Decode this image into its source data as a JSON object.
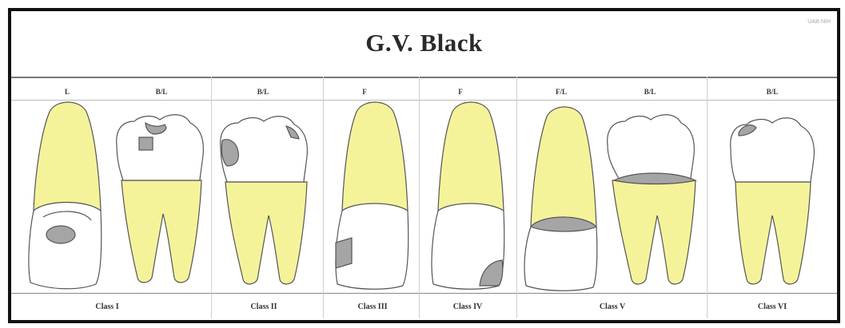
{
  "diagram": {
    "title": "G.V. Black",
    "credit": "UAB-NIH",
    "colors": {
      "pulp": "#f5f39a",
      "lesion": "#a5a5a5",
      "outline": "#555555",
      "enamel": "#ffffff"
    },
    "view_labels": [
      "L",
      "B/L",
      "B/L",
      "F",
      "F",
      "F/L",
      "B/L",
      "B/L"
    ],
    "classes": [
      "Class I",
      "Class II",
      "Class III",
      "Class IV",
      "Class V",
      "Class VI"
    ]
  }
}
